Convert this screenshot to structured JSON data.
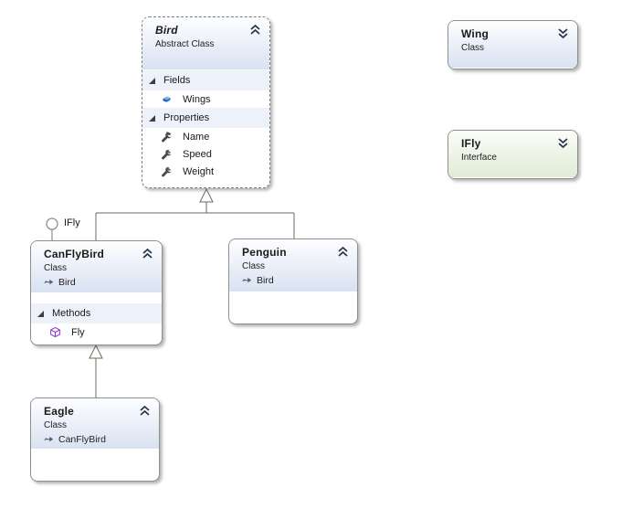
{
  "diagram": {
    "title_context": "Class Diagram",
    "colors": {
      "class_header_bottom": "#d9e2f2",
      "interface_header_bottom": "#e1ebd6",
      "section_row_bg": "#edf2fa",
      "connector": "#6b6b5f",
      "box_border": "#8f8f8f",
      "chevron": "#24324a",
      "field_icon_blue": "#1d5fc2",
      "method_icon_purple": "#8b35d6",
      "property_icon_gray": "#4a4a4a"
    },
    "boxes": {
      "bird": {
        "title": "Bird",
        "subtitle": "Abstract Class",
        "chevron": "collapse",
        "sections": [
          {
            "label": "Fields",
            "items": [
              {
                "name": "Wings",
                "icon": "field-icon"
              }
            ]
          },
          {
            "label": "Properties",
            "items": [
              {
                "name": "Name",
                "icon": "property-icon"
              },
              {
                "name": "Speed",
                "icon": "property-icon"
              },
              {
                "name": "Weight",
                "icon": "property-icon"
              }
            ]
          }
        ]
      },
      "wing": {
        "title": "Wing",
        "subtitle": "Class",
        "chevron": "expand"
      },
      "ifly": {
        "title": "IFly",
        "subtitle": "Interface",
        "chevron": "expand"
      },
      "canflybird": {
        "title": "CanFlyBird",
        "subtitle": "Class",
        "base": "Bird",
        "chevron": "collapse",
        "sections": [
          {
            "label": "Methods",
            "items": [
              {
                "name": "Fly",
                "icon": "method-icon"
              }
            ]
          }
        ]
      },
      "penguin": {
        "title": "Penguin",
        "subtitle": "Class",
        "base": "Bird",
        "chevron": "collapse"
      },
      "eagle": {
        "title": "Eagle",
        "subtitle": "Class",
        "base": "CanFlyBird",
        "chevron": "collapse"
      }
    },
    "lollipop": {
      "label": "IFly"
    }
  }
}
